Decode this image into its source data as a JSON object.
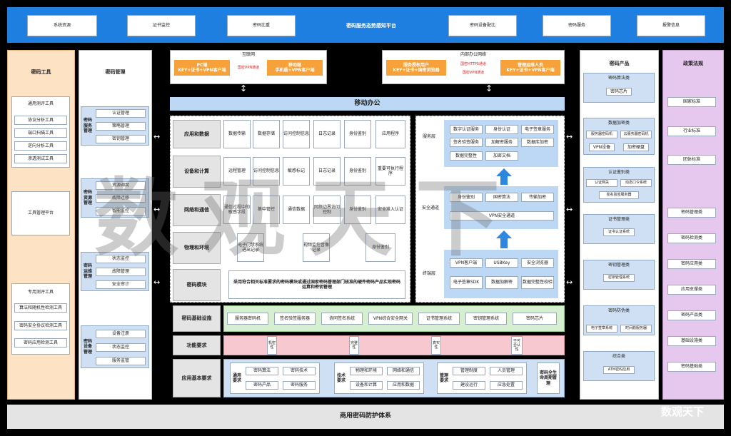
{
  "header": {
    "title": "密码服务态势感知平台",
    "items": [
      "系统资源",
      "证书监控",
      "密码比重",
      "密码设备配比",
      "密码服务",
      "报警信息"
    ]
  },
  "left_tools": {
    "title": "密码工具",
    "group1": {
      "title": "通用测评工具",
      "items": [
        "协议分析工具",
        "端口扫描工具",
        "逆向分析工具",
        "渗透测试工具"
      ]
    },
    "platform": "工具管理平台",
    "group2": {
      "title": "专用测评工具",
      "items": [
        "算法和随机性检测工具",
        "密码安全协议检测工具",
        "密码应用检测工具"
      ]
    }
  },
  "mgmt": {
    "title": "密码管理",
    "groups": [
      {
        "label": "密码服务管理",
        "items": [
          "认证管理",
          "策略管理",
          "密钥管理"
        ]
      },
      {
        "label": "密码资源管理",
        "items": [
          "资源调度",
          "故障迁移",
          "智能监控"
        ]
      },
      {
        "label": "密码运维管理",
        "items": [
          "状态监控",
          "故障管理",
          "安全审计"
        ]
      },
      {
        "label": "密码设备管理",
        "items": [
          "设备注册",
          "状态监控",
          "服务监管"
        ]
      }
    ]
  },
  "top_left": {
    "title": "互联网",
    "box1": "PC端\nKEY+证书+VPN客户端",
    "channel": "国密VPN通道",
    "box2": "移动端\n手机盾+VPN客户端"
  },
  "top_right": {
    "title": "内部办公网络",
    "box1": "服务授权用户\nKEY+证书+国密浏览器",
    "channel1": "国密HTTPS通道",
    "channel2": "国密VPN通道",
    "box2": "管理运维人员\nKEY+证书+VPN客户端"
  },
  "mobile_office": "移动办公",
  "layers": [
    {
      "name": "应用和数据",
      "items": [
        "数据传输",
        "数据存储",
        "访问控制信息",
        "日志记录",
        "身份鉴别",
        "应用程序"
      ]
    },
    {
      "name": "设备和计算",
      "items": [
        "远程管理",
        "访问控制信息",
        "敏感标记",
        "日志记录",
        "身份鉴别",
        "重要可执行程序"
      ]
    },
    {
      "name": "网络和通信",
      "items": [
        "通信过程中的敏感字段",
        "集中管控",
        "通信数据",
        "网络边界访问控制",
        "身份鉴别",
        "安全准入认证"
      ]
    },
    {
      "name": "物理和环境",
      "items": [
        "电子门禁系统进出记录",
        "视频监控音像记录",
        "身份鉴别"
      ]
    },
    {
      "name": "密码模块",
      "items": [
        "采用符合相关标准要求的密码模块或通过国家密码管理部门核准的硬件密码产品实现密码运算和密钥管理"
      ]
    }
  ],
  "arch": {
    "service_label": "服务层",
    "service_items": [
      "数字认证服务",
      "身份认证",
      "电子签章服务",
      "签名验签服务",
      "加解密服务",
      "数据库加密",
      "数据完整性",
      "加密文档"
    ],
    "channel_label": "安全通道",
    "channel_items": [
      "身份鉴别",
      "国密算法",
      "传输加密"
    ],
    "vpn": "VPN安全通道",
    "terminal_label": "终端层",
    "terminal_items": [
      "VPN客户端",
      "USBKey",
      "安全浏览器",
      "电子签章SDK",
      "数据加解密",
      "数据完整性校验"
    ]
  },
  "infra": {
    "label": "密码基础设施",
    "items": [
      "服务器密码机",
      "签名验签服务器",
      "协同签名系统",
      "VPN综合安全网关",
      "证书管理系统",
      "密钥管理系统",
      "密码芯片"
    ]
  },
  "func": {
    "label": "功能要求",
    "items": [
      "机密性",
      "完整性",
      "真实性",
      "不可否认性"
    ]
  },
  "basic": {
    "label": "应用基本要求",
    "groups": [
      {
        "label": "通用要求",
        "items": [
          "密码算法",
          "密码技术",
          "密码产品",
          "密码服务"
        ]
      },
      {
        "label": "技术要求",
        "items": [
          "物理和环境",
          "网络和通信",
          "设备和计算",
          "应用和数据"
        ]
      },
      {
        "label": "管理要求",
        "items": [
          "管理制度",
          "人员管理",
          "建设运行",
          "应急处置"
        ]
      }
    ],
    "side": "密码全生命周期管理"
  },
  "products": {
    "title": "密码产品",
    "groups": [
      {
        "title": "密码算法类",
        "items": [
          "密码芯片"
        ]
      },
      {
        "title": "数据加密类",
        "items": [
          "服务器密码机",
          "云服务器密码机",
          "VPN设备",
          "加密硬盘"
        ]
      },
      {
        "title": "认证鉴别类",
        "items": [
          "认证网关",
          "动态口令系统",
          "签名验签服务器"
        ]
      },
      {
        "title": "证书管理类",
        "items": [
          "证书认证系统"
        ]
      },
      {
        "title": "密钥管理类",
        "items": [
          "密钥管理系统"
        ]
      },
      {
        "title": "密码防伪类",
        "items": [
          "电子签章系统",
          "时间戳服务器"
        ]
      },
      {
        "title": "综合类",
        "items": [
          "ATM密码应用"
        ]
      }
    ]
  },
  "policy": {
    "title": "政策法规",
    "top": [
      "国家标准",
      "行业标准",
      "团体标准"
    ],
    "bottom": [
      "密码管理类",
      "密码检测类",
      "密码应用类",
      "应用支撑类",
      "密码产品类",
      "基础设施类",
      "密码基础类"
    ]
  },
  "footer": "商用密码防护体系",
  "watermark": "数观天下",
  "logo": "数观天下"
}
